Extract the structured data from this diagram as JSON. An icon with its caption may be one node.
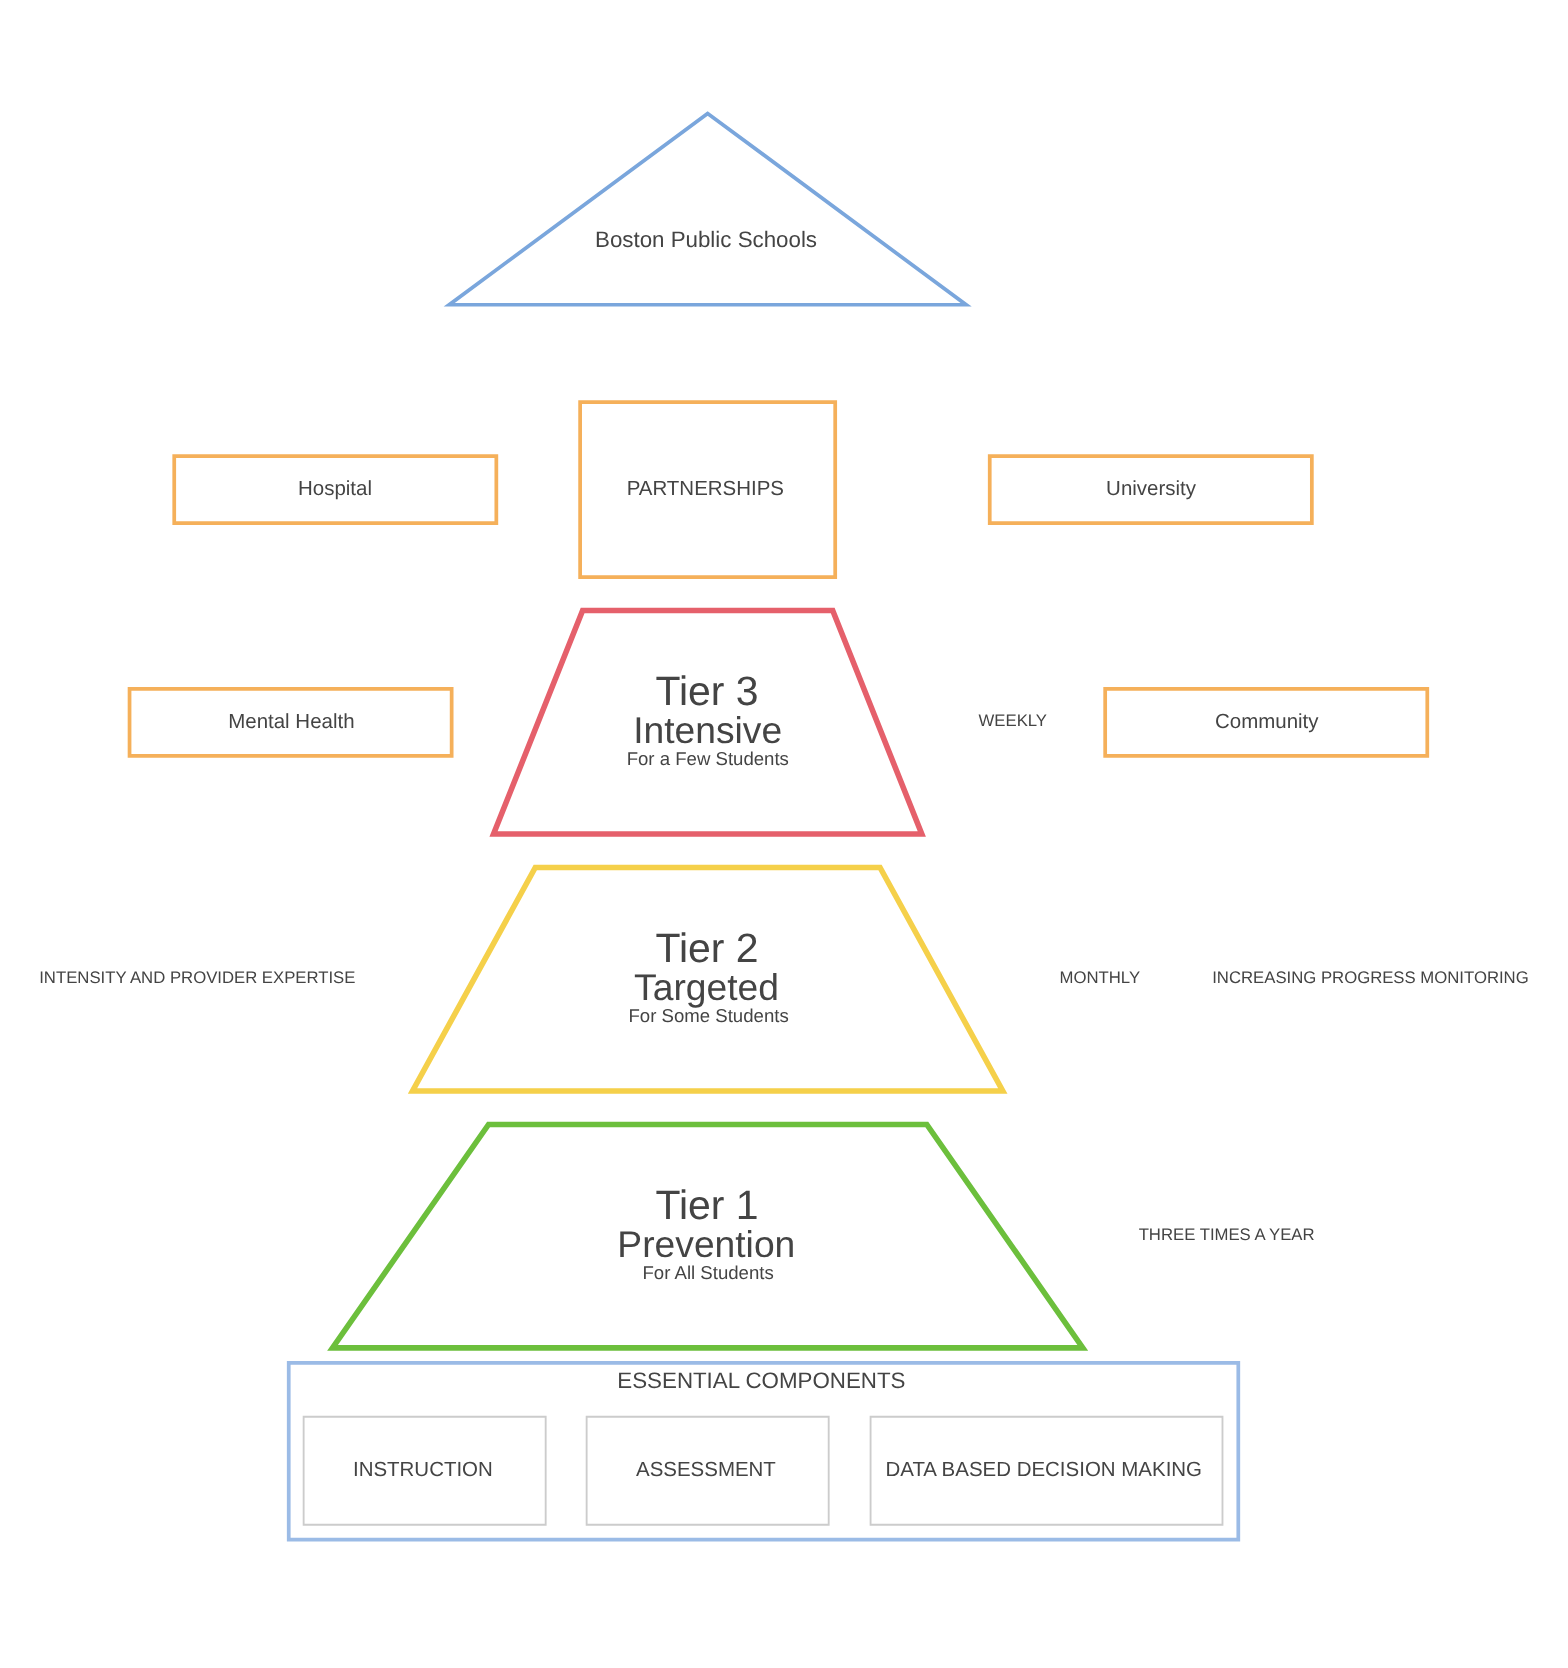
{
  "diagram": {
    "nodes": [
      {
        "text": [
          "Boston Public Schools"
        ]
      },
      {
        "text": [
          "Hospital"
        ]
      },
      {
        "text": [
          "Mental Health"
        ]
      },
      {
        "text": [
          "PARTNERSHIPS"
        ]
      },
      {
        "text": [
          "University"
        ]
      },
      {
        "text": [
          "Community"
        ]
      },
      {
        "text": [
          "Tier 3",
          "Intensive",
          "For a Few Students"
        ]
      },
      {
        "text": [
          "Tier 2",
          "Targeted",
          "For Some Students"
        ]
      },
      {
        "text": [
          "Tier 1",
          "Prevention",
          "For All Students"
        ]
      },
      {
        "text": [
          "ESSENTIAL COMPONENTS"
        ]
      },
      {
        "text": [
          "INSTRUCTION"
        ],
        "in": 9
      },
      {
        "text": [
          "ASSESSMENT"
        ],
        "in": 9
      },
      {
        "text": [
          "DATA BASED DECISION MAKING"
        ],
        "in": 9
      }
    ],
    "labels": [
      "INTENSITY AND PROVIDER EXPERTISE",
      "WEEKLY",
      "MONTHLY",
      "THREE TIMES A YEAR",
      "INCREASING PROGRESS MONITORING"
    ]
  }
}
